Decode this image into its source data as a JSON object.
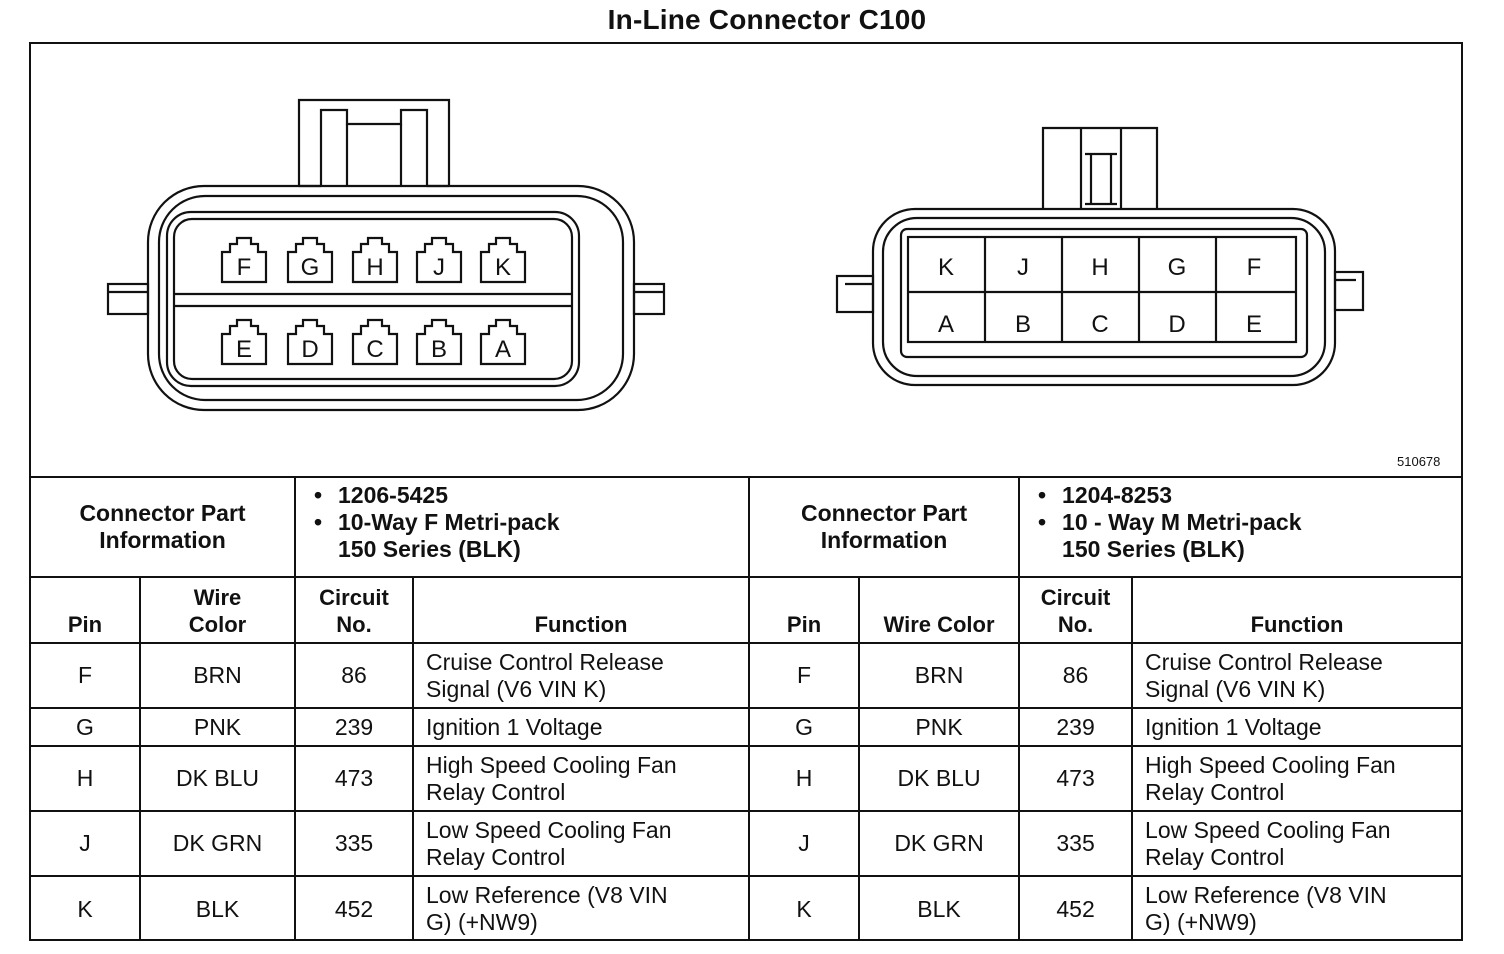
{
  "title": "In-Line Connector C100",
  "figure_id": "510678",
  "left_connector": {
    "top_row_pins": [
      "F",
      "G",
      "H",
      "J",
      "K"
    ],
    "bottom_row_pins": [
      "E",
      "D",
      "C",
      "B",
      "A"
    ]
  },
  "right_connector": {
    "top_row_pins": [
      "K",
      "J",
      "H",
      "G",
      "F"
    ],
    "bottom_row_pins": [
      "A",
      "B",
      "C",
      "D",
      "E"
    ]
  },
  "left_part": {
    "label_line1": "Connector Part",
    "label_line2": "Information",
    "bullet1": "1206-5425",
    "bullet2_line1": "10-Way F Metri-pack",
    "bullet2_line2": "150 Series (BLK)"
  },
  "right_part": {
    "label_line1": "Connector Part",
    "label_line2": "Information",
    "bullet1": "1204-8253",
    "bullet2_line1": "10 - Way M Metri-pack",
    "bullet2_line2": "150 Series (BLK)"
  },
  "headers": {
    "left": {
      "pin": "Pin",
      "wire1": "Wire",
      "wire2": "Color",
      "circuit1": "Circuit",
      "circuit2": "No.",
      "function": "Function"
    },
    "right": {
      "pin": "Pin",
      "wire": "Wire Color",
      "circuit1": "Circuit",
      "circuit2": "No.",
      "function": "Function"
    }
  },
  "rows": [
    {
      "pin": "F",
      "wire": "BRN",
      "circuit": "86",
      "fn1": "Cruise Control Release",
      "fn2": "Signal (V6 VIN K)"
    },
    {
      "pin": "G",
      "wire": "PNK",
      "circuit": "239",
      "fn1": "Ignition 1 Voltage",
      "fn2": ""
    },
    {
      "pin": "H",
      "wire": "DK BLU",
      "circuit": "473",
      "fn1": "High Speed Cooling Fan",
      "fn2": "Relay Control"
    },
    {
      "pin": "J",
      "wire": "DK GRN",
      "circuit": "335",
      "fn1": "Low Speed Cooling Fan",
      "fn2": "Relay Control"
    },
    {
      "pin": "K",
      "wire": "BLK",
      "circuit": "452",
      "fn1": "Low Reference (V8 VIN",
      "fn2": "G) (+NW9)"
    }
  ]
}
